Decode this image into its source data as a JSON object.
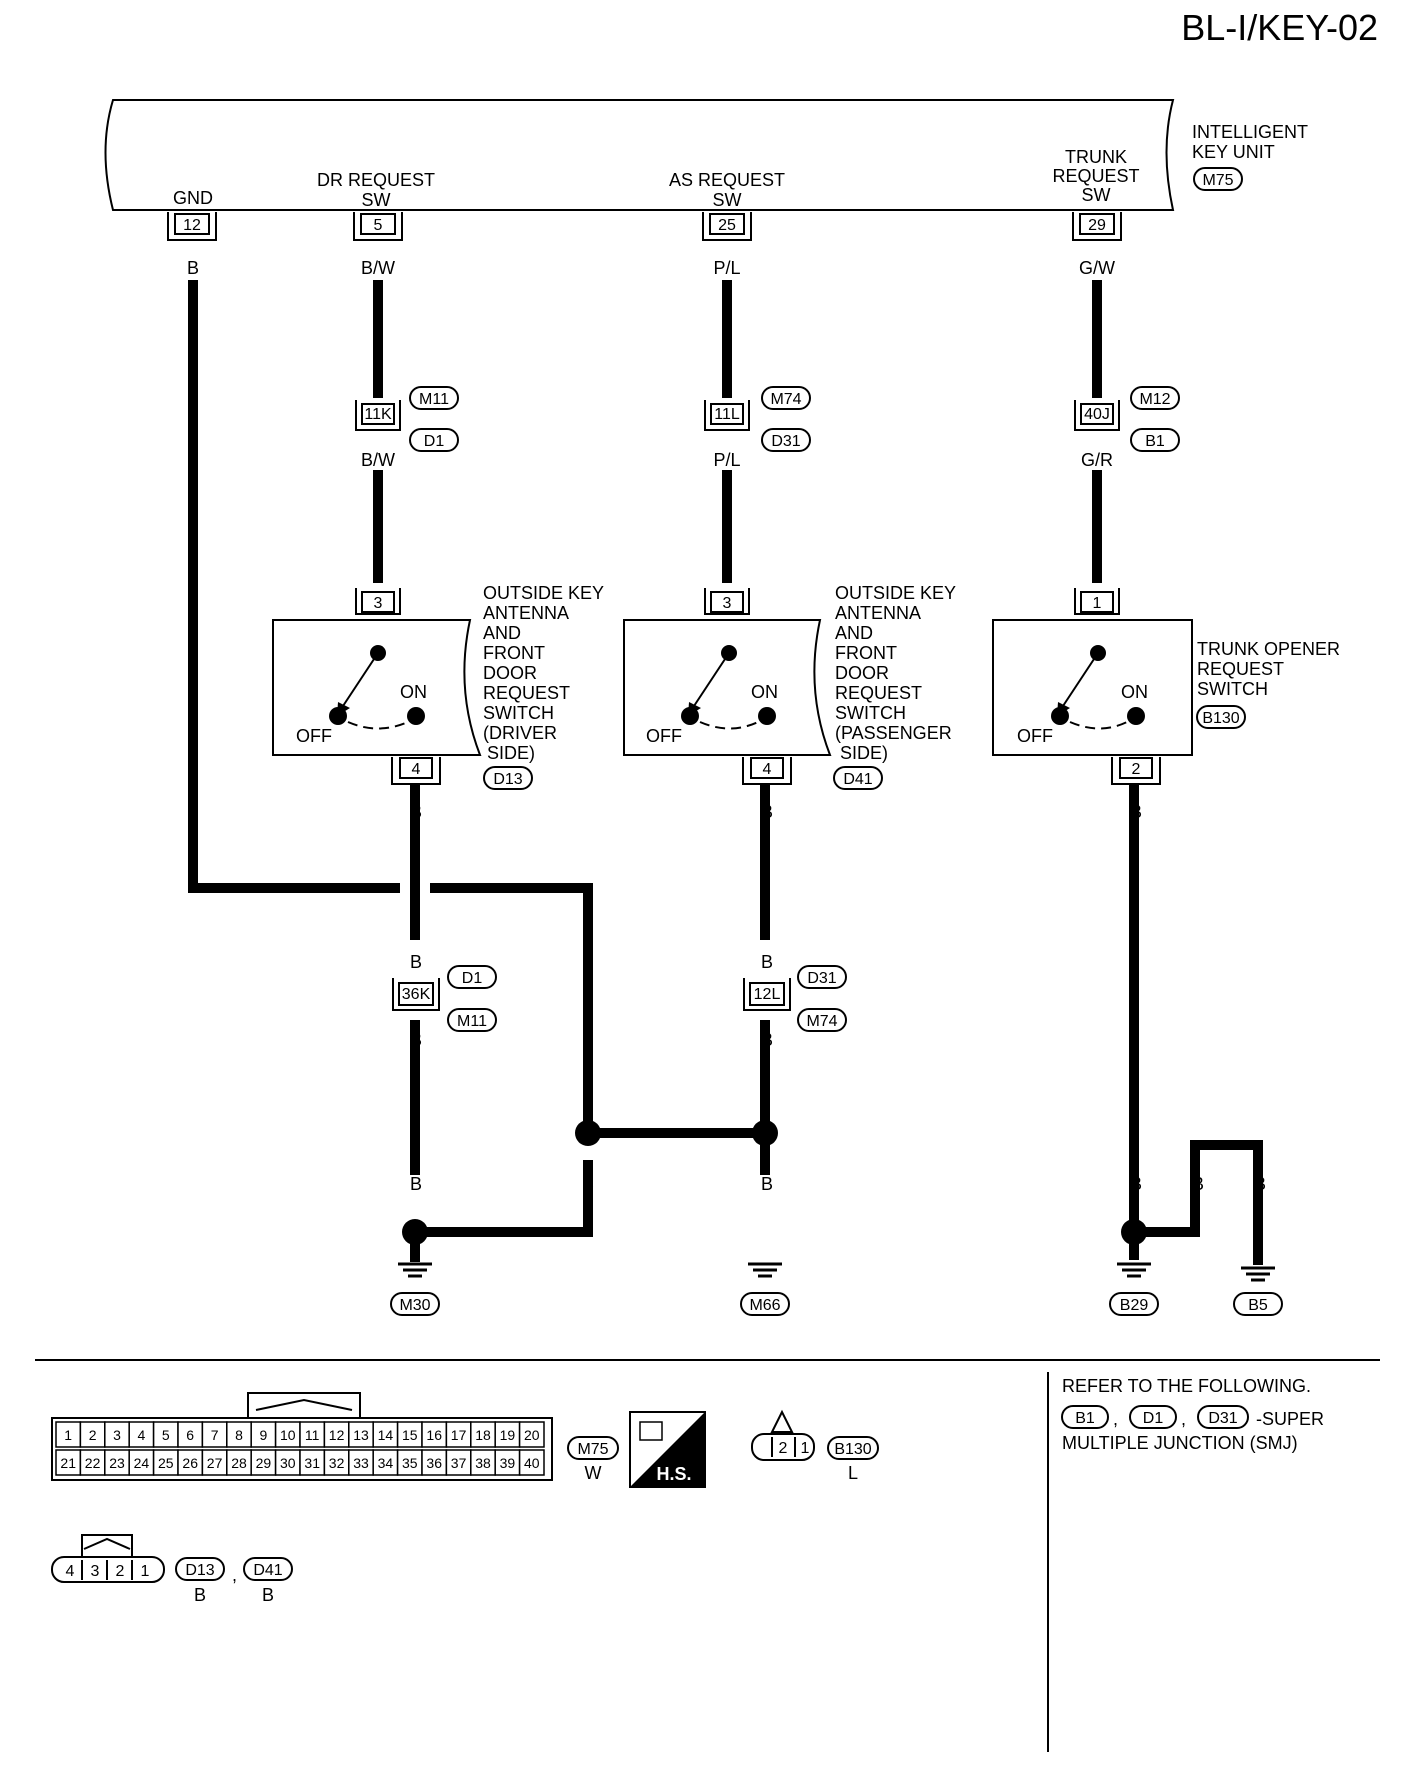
{
  "page_id": "BL-I/KEY-02",
  "unit": {
    "label_line1": "INTELLIGENT",
    "label_line2": "KEY UNIT",
    "connector": "M75"
  },
  "terminals": {
    "gnd": {
      "label": "GND",
      "pin": "12",
      "wire": "B"
    },
    "dr": {
      "label_line1": "DR REQUEST",
      "label_line2": "SW",
      "pin": "5",
      "wire": "B/W"
    },
    "as": {
      "label_line1": "AS REQUEST",
      "label_line2": "SW",
      "pin": "25",
      "wire": "P/L"
    },
    "trunk": {
      "label_line1": "TRUNK",
      "label_line2": "REQUEST",
      "label_line3": "SW",
      "pin": "29",
      "wire": "G/W"
    }
  },
  "junctions_upper": {
    "dr": {
      "pin": "11K",
      "top_conn": "M11",
      "bottom_conn": "D1",
      "wire_out": "B/W"
    },
    "as": {
      "pin": "11L",
      "top_conn": "M74",
      "bottom_conn": "D31",
      "wire_out": "P/L"
    },
    "trunk": {
      "pin": "40J",
      "top_conn": "M12",
      "bottom_conn": "B1",
      "wire_out": "G/R"
    }
  },
  "switches": {
    "dr": {
      "pin_in": "3",
      "pin_out": "4",
      "off": "OFF",
      "on": "ON",
      "connector": "D13",
      "label": [
        "OUTSIDE KEY",
        "ANTENNA",
        "AND",
        "FRONT",
        "DOOR",
        "REQUEST",
        "SWITCH",
        "(DRIVER",
        "SIDE)"
      ]
    },
    "as": {
      "pin_in": "3",
      "pin_out": "4",
      "off": "OFF",
      "on": "ON",
      "connector": "D41",
      "label": [
        "OUTSIDE KEY",
        "ANTENNA",
        "AND",
        "FRONT",
        "DOOR",
        "REQUEST",
        "SWITCH",
        "(PASSENGER",
        "SIDE)"
      ]
    },
    "trunk": {
      "pin_in": "1",
      "pin_out": "2",
      "off": "OFF",
      "on": "ON",
      "connector": "B130",
      "label": [
        "TRUNK OPENER",
        "REQUEST",
        "SWITCH"
      ]
    }
  },
  "junctions_lower": {
    "dr": {
      "pin": "36K",
      "top_conn": "D1",
      "bottom_conn": "M11"
    },
    "as": {
      "pin": "12L",
      "top_conn": "D31",
      "bottom_conn": "M74"
    }
  },
  "wire_color_b": "B",
  "grounds": [
    "M30",
    "M66",
    "B29",
    "B5"
  ],
  "legend": {
    "m75_row1": [
      "1",
      "2",
      "3",
      "4",
      "5",
      "6",
      "7",
      "8",
      "9",
      "10",
      "11",
      "12",
      "13",
      "14",
      "15",
      "16",
      "17",
      "18",
      "19",
      "20"
    ],
    "m75_row2": [
      "21",
      "22",
      "23",
      "24",
      "25",
      "26",
      "27",
      "28",
      "29",
      "30",
      "31",
      "32",
      "33",
      "34",
      "35",
      "36",
      "37",
      "38",
      "39",
      "40"
    ],
    "m75_connector": "M75",
    "m75_color": "W",
    "hs_label": "H.S.",
    "b130_pins": [
      "2",
      "1"
    ],
    "b130_connector": "B130",
    "b130_color": "L",
    "d_pins": [
      "4",
      "3",
      "2",
      "1"
    ],
    "d13_connector": "D13",
    "d13_color": "B",
    "d41_connector": "D41",
    "d41_color": "B",
    "separator": ","
  },
  "refer": {
    "line1": "REFER TO THE FOLLOWING.",
    "conns": [
      "B1",
      "D1",
      "D31"
    ],
    "sep": ",",
    "suffix": "-SUPER",
    "line3": "MULTIPLE JUNCTION (SMJ)"
  }
}
